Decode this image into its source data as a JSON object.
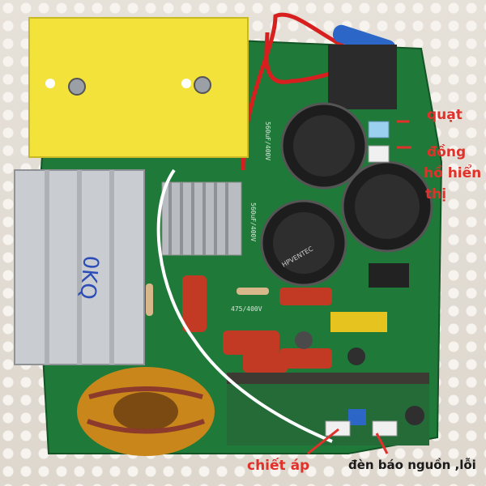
{
  "annotations": {
    "fan": "quạt",
    "display_meter_line1": "đồng",
    "display_meter_line2": "hồ hiển",
    "display_meter_line3": "thị",
    "potentiometer": "chiết áp",
    "indicator_lights": "đèn báo nguồn ,lỗi"
  },
  "board_markings": {
    "heatsink_handwriting": "0KQ",
    "capacitor_rating_a": "560uF/400V",
    "capacitor_rating_b": "560uF/400V",
    "film_cap_rating": "475/400V",
    "cap_brand": "HPVENTEC"
  },
  "colors": {
    "pcb_green": "#1f7a3a",
    "label_red": "#e0312b",
    "yellow_board": "#f3e23a",
    "heatsink_grey": "#c9ccd0",
    "toroid_copper": "#c8861b"
  }
}
